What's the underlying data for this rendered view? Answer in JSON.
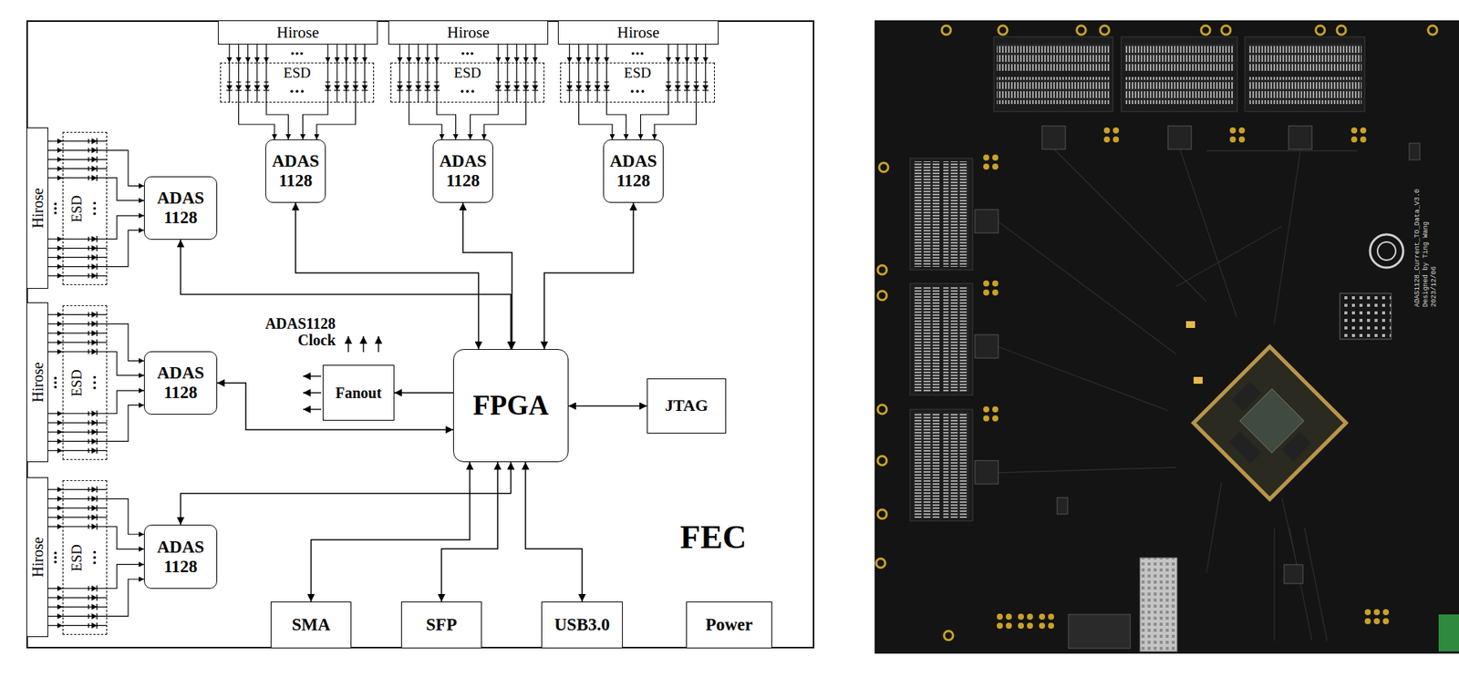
{
  "diagram": {
    "nodes": [
      {
        "text": [
          "FEC"
        ]
      },
      {
        "text": [
          "Hirose"
        ],
        "in": 0
      },
      {
        "text": [
          "ESD"
        ],
        "in": 0
      },
      {
        "text": [
          "ADAS 1128"
        ],
        "in": 0
      },
      {
        "text": [
          "Hirose"
        ],
        "in": 0
      },
      {
        "text": [
          "ESD"
        ],
        "in": 0
      },
      {
        "text": [
          "ADAS 1128"
        ],
        "in": 0
      },
      {
        "text": [
          "Hirose"
        ],
        "in": 0
      },
      {
        "text": [
          "ESD"
        ],
        "in": 0
      },
      {
        "text": [
          "ADAS 1128"
        ],
        "in": 0
      },
      {
        "text": [
          "Hirose"
        ],
        "in": 0
      },
      {
        "text": [
          "ESD"
        ],
        "in": 0
      },
      {
        "text": [
          "ADAS 1128"
        ],
        "in": 0
      },
      {
        "text": [
          "Hirose"
        ],
        "in": 0
      },
      {
        "text": [
          "ESD"
        ],
        "in": 0
      },
      {
        "text": [
          "ADAS 1128"
        ],
        "in": 0
      },
      {
        "text": [
          "Hirose"
        ],
        "in": 0
      },
      {
        "text": [
          "ESD"
        ],
        "in": 0
      },
      {
        "text": [
          "ADAS 1128"
        ],
        "in": 0
      },
      {
        "text": [
          "Fanout"
        ],
        "in": 0
      },
      {
        "text": [
          "FPGA"
        ],
        "in": 0
      },
      {
        "text": [
          "JTAG"
        ],
        "in": 0
      },
      {
        "text": [
          "SMA"
        ],
        "in": 0
      },
      {
        "text": [
          "SFP"
        ],
        "in": 0
      },
      {
        "text": [
          "USB3.0"
        ],
        "in": 0
      },
      {
        "text": [
          "Power"
        ],
        "in": 0
      }
    ],
    "edges": [
      {
        "from": 1,
        "to": 2,
        "arrow": "to"
      },
      {
        "from": 2,
        "to": 3,
        "arrow": "to"
      },
      {
        "from": 4,
        "to": 5,
        "arrow": "to"
      },
      {
        "from": 5,
        "to": 6,
        "arrow": "to"
      },
      {
        "from": 7,
        "to": 8,
        "arrow": "to"
      },
      {
        "from": 8,
        "to": 9,
        "arrow": "to"
      },
      {
        "from": 10,
        "to": 11,
        "arrow": "to"
      },
      {
        "from": 11,
        "to": 12,
        "arrow": "to"
      },
      {
        "from": 13,
        "to": 14,
        "arrow": "to"
      },
      {
        "from": 14,
        "to": 15,
        "arrow": "to"
      },
      {
        "from": 16,
        "to": 17,
        "arrow": "to"
      },
      {
        "from": 17,
        "to": 18,
        "arrow": "to"
      },
      {
        "from": 20,
        "to": 3,
        "arrow": "both"
      },
      {
        "from": 20,
        "to": 6,
        "arrow": "both"
      },
      {
        "from": 20,
        "to": 9,
        "arrow": "both"
      },
      {
        "from": 20,
        "to": 12,
        "arrow": "both"
      },
      {
        "from": 20,
        "to": 15,
        "arrow": "both"
      },
      {
        "from": 20,
        "to": 18,
        "arrow": "both"
      },
      {
        "from": 20,
        "to": 19,
        "arrow": "to"
      },
      {
        "from": 20,
        "to": 21,
        "arrow": "both"
      },
      {
        "from": 20,
        "to": 22,
        "arrow": "both"
      },
      {
        "from": 20,
        "to": 23,
        "arrow": "both"
      },
      {
        "from": 20,
        "to": 24,
        "arrow": "both"
      }
    ],
    "labels": [
      "ADAS1128 Clock",
      "ADAS1128_Current_TO_Data_V3.0",
      "Designed by Ting Wang",
      "2023/12/06"
    ]
  }
}
